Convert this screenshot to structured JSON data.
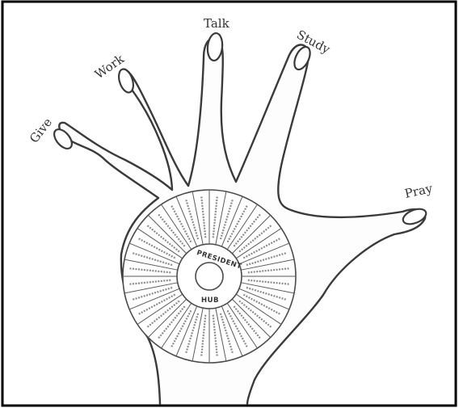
{
  "diagram": {
    "fingers": [
      {
        "key": "give",
        "label": "Give"
      },
      {
        "key": "work",
        "label": "Work"
      },
      {
        "key": "talk",
        "label": "Talk"
      },
      {
        "key": "study",
        "label": "Study"
      },
      {
        "key": "pray",
        "label": "Pray"
      }
    ],
    "hub": {
      "top_label": "PRESIDENT",
      "bottom_label": "HUB"
    },
    "colors": {
      "ink": "#3a3a3a",
      "paper": "#ffffff",
      "frame": "#000000"
    }
  }
}
